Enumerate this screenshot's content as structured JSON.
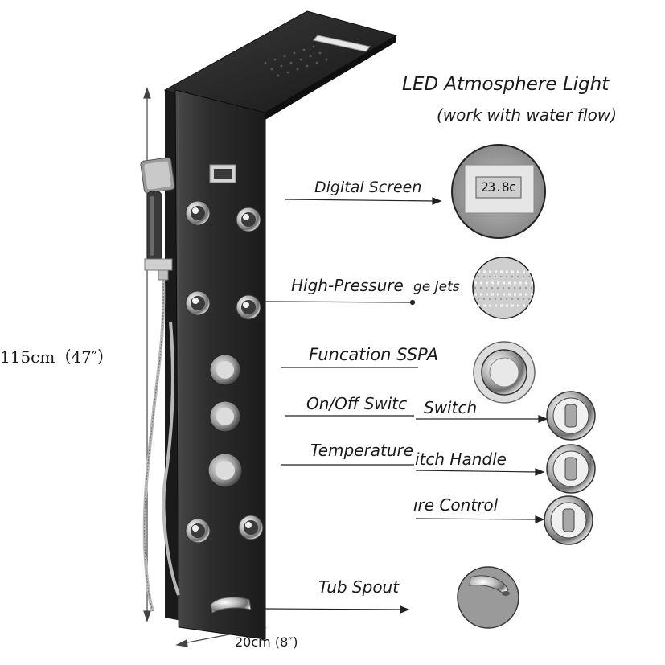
{
  "labels": {
    "led_light": "LED Atmosphere Light",
    "led_sub": "(work with water flow)",
    "digital_screen": "Digital Screen",
    "jets_left": "High-Pressure",
    "jets_right": "ge Jets",
    "spa": "Funcation SSPA",
    "onoff_left": "On/Off Switc",
    "onoff_right": "Switch",
    "temp_left": "Temperature",
    "temp_right": "itch Handle",
    "control_right": "ıre Control",
    "tub_spout": "Tub Spout"
  },
  "dimensions": {
    "height": "115cm（47″）",
    "width": "20cm (8″)"
  },
  "screen_reading": "23.8c",
  "colors": {
    "panel": "#2a2a2a",
    "panel_edge": "#111111",
    "chrome": "#d9d9d9",
    "line": "#222222"
  }
}
